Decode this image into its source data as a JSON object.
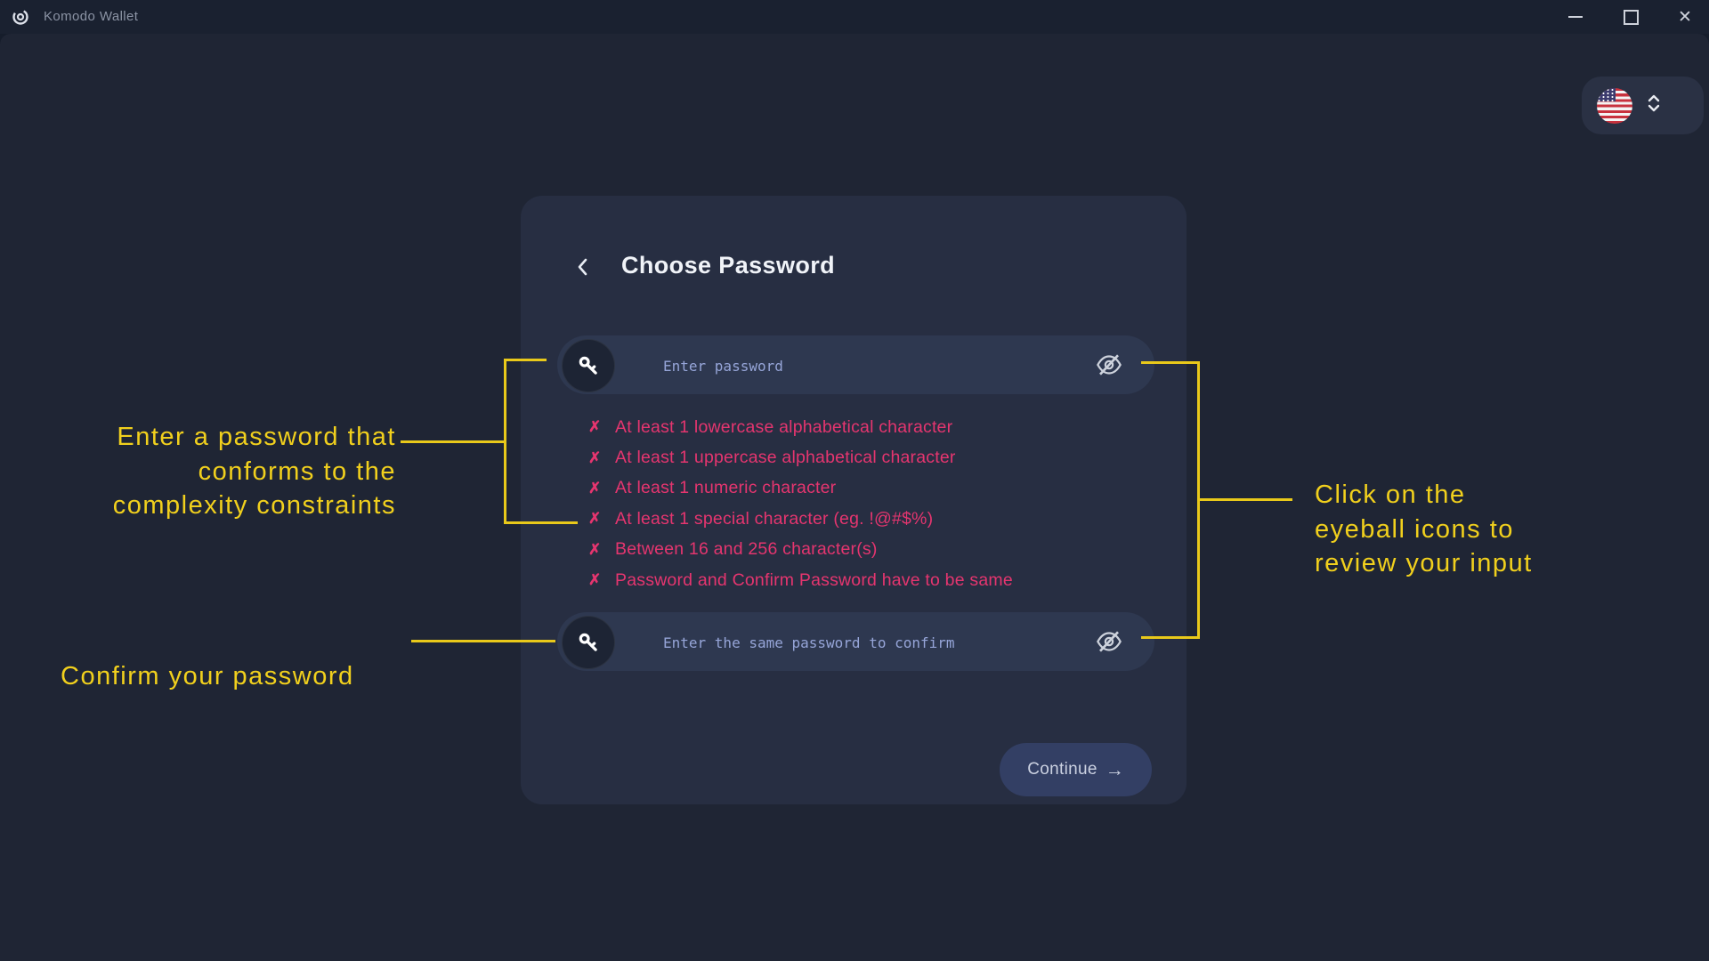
{
  "window": {
    "title": "Komodo Wallet",
    "logo_icon": "komodo-logo",
    "controls": {
      "minimize_icon": "minimize-icon",
      "maximize_icon": "maximize-icon",
      "close_icon": "close-icon",
      "close_glyph": "✕"
    }
  },
  "language_selector": {
    "flag_icon": "us-flag-icon",
    "chevron_icon": "up-down-chevron-icon"
  },
  "dialog": {
    "back_icon": "chevron-left-icon",
    "title": "Choose Password",
    "password_input": {
      "placeholder": "Enter password",
      "left_icon": "key-icon",
      "right_icon": "eye-off-icon"
    },
    "confirm_input": {
      "placeholder": "Enter the same password to confirm",
      "left_icon": "key-icon",
      "right_icon": "eye-off-icon"
    },
    "validation": {
      "mark": "✗",
      "items": [
        "At least 1 lowercase alphabetical character",
        "At least 1 uppercase alphabetical character",
        "At least 1 numeric character",
        "At least 1 special character (eg. !@#$%)",
        "Between 16 and 256 character(s)",
        "Password and Confirm Password have to be same"
      ]
    },
    "continue_button": {
      "label": "Continue",
      "arrow": "→"
    }
  },
  "annotations": {
    "password_note": "Enter a password that\nconforms to the\ncomplexity constraints",
    "confirm_note": "Confirm your password",
    "eyeball_note": "Click on the\neyeball icons to\nreview your input"
  },
  "colors": {
    "annotation_yellow": "#f1d01d",
    "validation_pink": "#e5356f",
    "page_bg": "#1f2534",
    "card_bg": "#272e42",
    "input_bg": "#2e3850",
    "button_bg": "#333f64"
  }
}
